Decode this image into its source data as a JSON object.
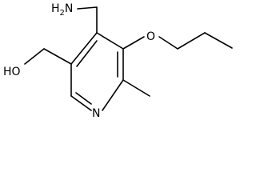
{
  "molecule": {
    "labels": {
      "amine": "H2N",
      "amine_h": "H",
      "amine_sub": "2",
      "amine_n": "N",
      "hydroxyl": "HO",
      "ether_o": "O",
      "ring_n": "N"
    }
  },
  "colors": {
    "bond": "#000000",
    "text": "#000000",
    "background": "#ffffff"
  }
}
